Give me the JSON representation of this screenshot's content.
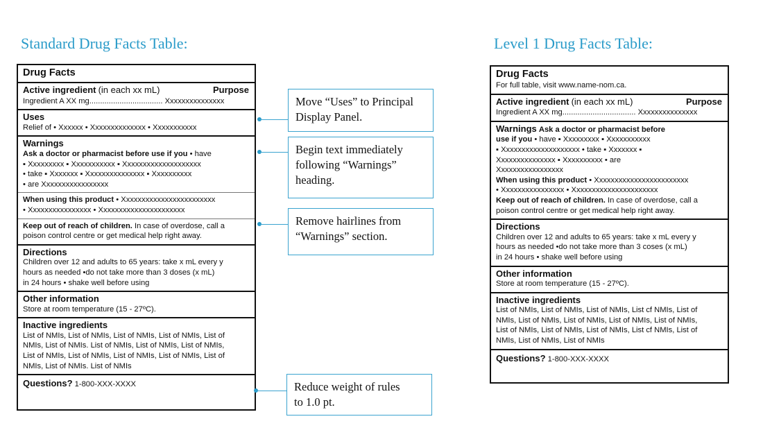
{
  "headings": {
    "standard": "Standard Drug Facts Table:",
    "level1": "Level 1 Drug Facts Table:"
  },
  "standard_table": {
    "title": "Drug Facts",
    "active": {
      "heading": "Active ingredient",
      "heading_note": "(in each xx mL)",
      "purpose": "Purpose",
      "line": "Ingredient A XX mg.................................. Xxxxxxxxxxxxxxx"
    },
    "uses": {
      "heading": "Uses",
      "line": "Relief of  • Xxxxxx  • Xxxxxxxxxxxxxx  • Xxxxxxxxxxx"
    },
    "warnings": {
      "heading": "Warnings",
      "ask_heading": "Ask a doctor or pharmacist before use if you",
      "ask_lines": [
        "Ask a doctor or pharmacist before use if you  • have",
        "▪ Xxxxxxxxx  ▪ Xxxxxxxxxxx  ▪ Xxxxxxxxxxxxxxxxxxxx",
        "• take  ▪ Xxxxxxx  ▪ Xxxxxxxxxxxxxxx  ▪ Xxxxxxxxxx",
        "• are Xxxxxxxxxxxxxxxxx"
      ],
      "using_heading": "When using this product",
      "using_lines": [
        "When using this product  • Xxxxxxxxxxxxxxxxxxxxxxxx",
        "• Xxxxxxxxxxxxxxxx  • Xxxxxxxxxxxxxxxxxxxxxx"
      ],
      "keep_heading": "Keep out of reach of children.",
      "keep_lines": [
        "Keep out of reach of children. In case of overdose, call a",
        "poison control centre or get medical help right away."
      ]
    },
    "directions": {
      "heading": "Directions",
      "lines": [
        "Children over 12 and adults to 65 years: take x mL every y",
        "hours as needed  •do not take more than 3 doses (x mL)",
        "in 24 hours  • shake well before using"
      ]
    },
    "other": {
      "heading": "Other information",
      "line": "Store at room temperature (15 - 27ºC)."
    },
    "inactive": {
      "heading": "Inactive ingredients",
      "lines": [
        "List of NMIs, List of NMIs, List of NMIs, List of NMIs, List of",
        "NMIs, List of NMIs. List of NMIs, List of NMIs, List of NMIs,",
        "List of NMIs, List of NMIs, List of NMIs, List of NMIs, List of",
        "NMIs, List of NMIs. List of NMIs"
      ]
    },
    "questions": {
      "heading": "Questions?",
      "phone": "1-800-XXX-XXXX"
    }
  },
  "level1_table": {
    "title": "Drug Facts",
    "subtitle": "For full table, visit www.name-nom.ca.",
    "active": {
      "heading": "Active ingredient",
      "heading_note": "(in each xx mL)",
      "purpose": "Purpose",
      "line": "Ingredient A XX mg.................................. Xxxxxxxxxxxxxxx"
    },
    "warnings": {
      "heading": "Warnings",
      "lines": [
        "Ask a doctor or pharmacist before",
        "use if you  • have  ▪ Xxxxxxxxx  ▪ Xxxxxxxxxxx",
        "▪ Xxxxxxxxxxxxxxxxxxxx  • take  ▪ Xxxxxxx  ▪",
        "Xxxxxxxxxxxxxxx  ▪ Xxxxxxxxxx       • are",
        "Xxxxxxxxxxxxxxxxx",
        "When using this product  • Xxxxxxxxxxxxxxxxxxxxxxxx",
        "• Xxxxxxxxxxxxxxxx  • Xxxxxxxxxxxxxxxxxxxxxx",
        "Keep out of reach of children. In case of overdose, call a",
        "poison control centre or get medical help right away."
      ]
    },
    "directions": {
      "heading": "Directions",
      "lines": [
        "Children over 12 and adults to 65 years: take x mL every y",
        "hours as needed  •do not take more than 3 coses (x mL)",
        "in 24 hours  • shake well before using"
      ]
    },
    "other": {
      "heading": "Other information",
      "line": "Store at room temperature (15 - 27ºC)."
    },
    "inactive": {
      "heading": "Inactive ingredients",
      "lines": [
        "List of NMIs, List of NMIs, List of NMIs, List cf NMIs, List of",
        "NMIs, List of NMIs, List of NMIs, List of NMIs, List of NMIs,",
        "List of NMIs, List of NMIs, List of NMIs, List cf NMIs, List of",
        "NMIs, List of NMIs, List of NMIs"
      ]
    },
    "questions": {
      "heading": "Questions?",
      "phone": "1-800-XXX-XXXX"
    }
  },
  "callouts": [
    {
      "lines": [
        "Move “Uses” to Principal",
        "Display Panel."
      ]
    },
    {
      "lines": [
        "Begin text immediately",
        "following “Warnings”",
        "heading."
      ]
    },
    {
      "lines": [
        "Remove hairlines from",
        "“Warnings” section."
      ]
    },
    {
      "lines": [
        "Reduce weight of rules",
        "to 1.0 pt."
      ]
    }
  ],
  "colors": {
    "accent": "#2a9bc9",
    "rule": "#111111",
    "hairline": "#777777"
  }
}
